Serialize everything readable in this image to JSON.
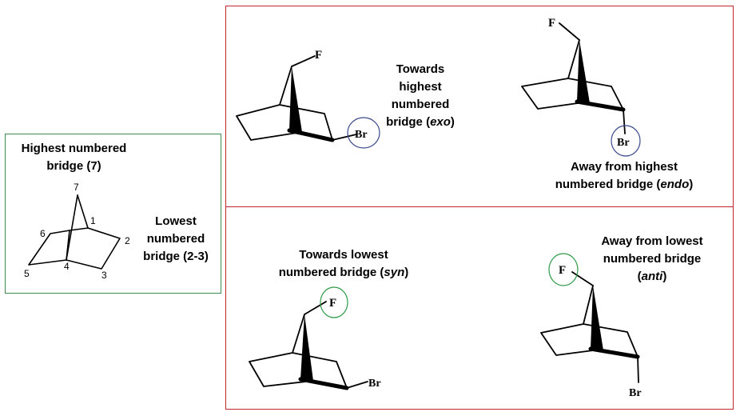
{
  "reference": {
    "title_line1": "Highest numbered",
    "title_line2": "bridge (7)",
    "lowest_line1": "Lowest",
    "lowest_line2": "numbered",
    "lowest_line3": "bridge (2-3)",
    "numbers": [
      "1",
      "2",
      "3",
      "4",
      "5",
      "6",
      "7"
    ]
  },
  "exo": {
    "line1": "Towards",
    "line2": "highest",
    "line3": "numbered",
    "line4_prefix": "bridge (",
    "line4_term": "exo",
    "line4_suffix": ")",
    "atom_f": "F",
    "atom_br": "Br"
  },
  "endo": {
    "line1": "Away from highest",
    "line2_prefix": "numbered bridge (",
    "line2_term": "endo",
    "line2_suffix": ")",
    "atom_f": "F",
    "atom_br": "Br"
  },
  "syn": {
    "line1": "Towards lowest",
    "line2_prefix": "numbered bridge (",
    "line2_term": "syn",
    "line2_suffix": ")",
    "atom_f": "F",
    "atom_br": "Br"
  },
  "anti": {
    "line1": "Away from lowest",
    "line2": "numbered bridge",
    "line3_prefix": "(",
    "line3_term": "anti",
    "line3_suffix": ")",
    "atom_f": "F",
    "atom_br": "Br"
  },
  "colors": {
    "green_frame": "#3d8b4f",
    "red_frame": "#c0272d",
    "highlight_blue": "#3a4a8c",
    "highlight_green": "#2e9a48"
  }
}
